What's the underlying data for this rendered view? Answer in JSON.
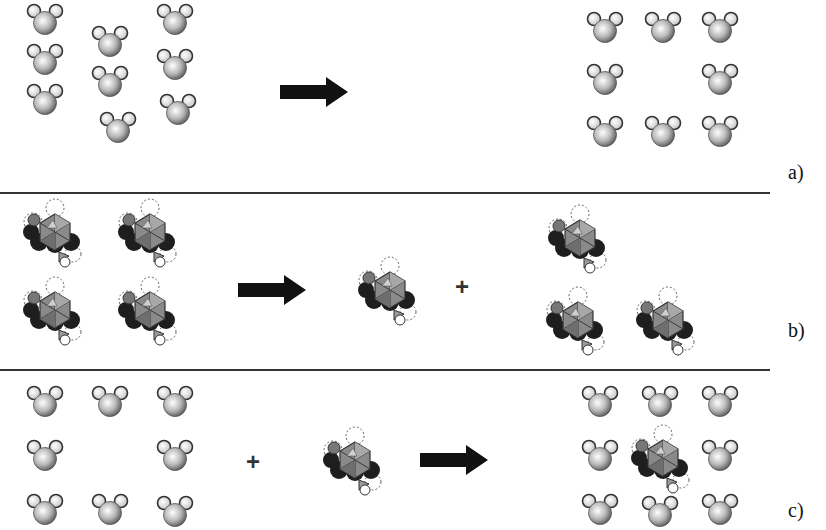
{
  "diagram": {
    "labels": [
      "a)",
      "b)",
      "c)",
      "+",
      "+"
    ]
  }
}
